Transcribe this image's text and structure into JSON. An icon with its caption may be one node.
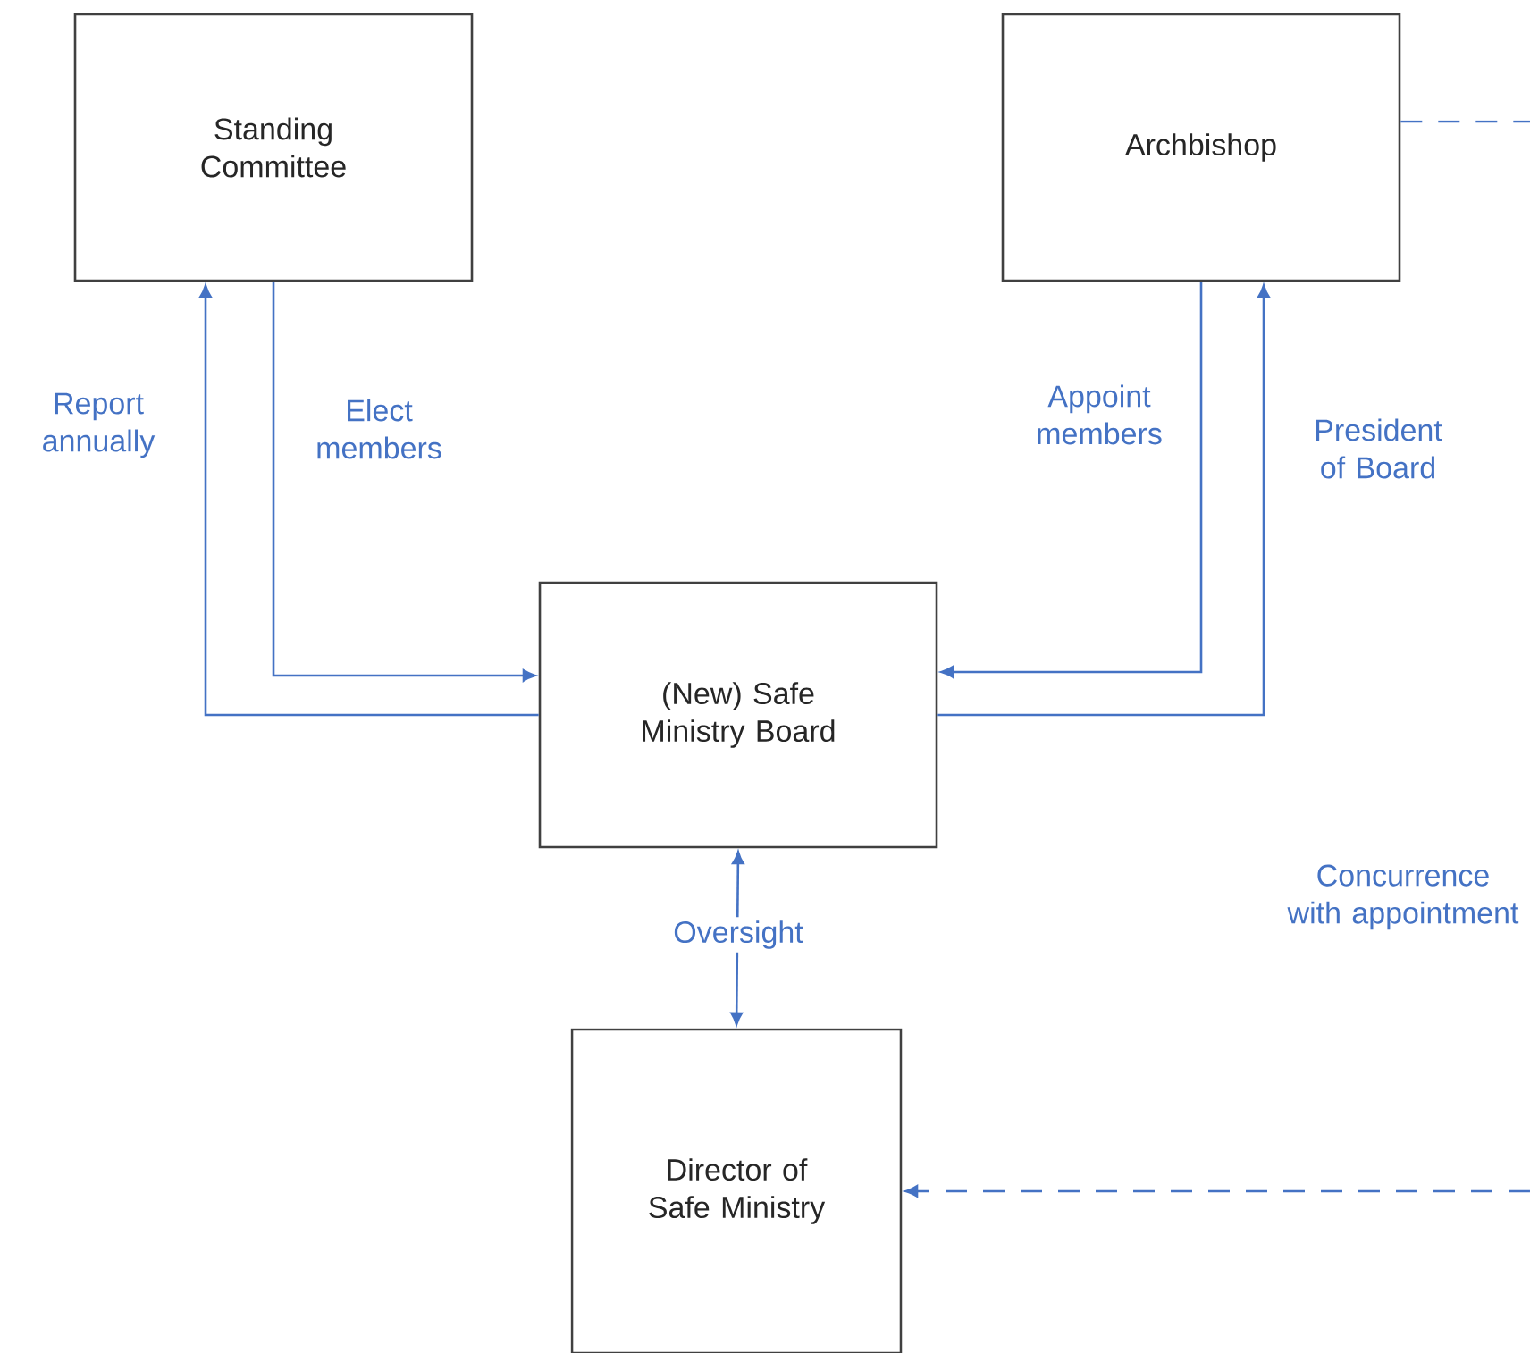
{
  "diagram": {
    "nodes": [
      {
        "text": [
          "Standing Committee"
        ]
      },
      {
        "text": [
          "Archbishop"
        ]
      },
      {
        "text": [
          "(New) Safe Ministry Board"
        ]
      },
      {
        "text": [
          "Director of Safe Ministry"
        ]
      }
    ],
    "edges": [
      {
        "from": 2,
        "to": 0,
        "arrow": "to",
        "label": "Report annually"
      },
      {
        "from": 0,
        "to": 2,
        "arrow": "to",
        "label": "Elect members"
      },
      {
        "from": 1,
        "to": 2,
        "arrow": "to",
        "label": "Appoint members"
      },
      {
        "from": 2,
        "to": 1,
        "arrow": "to",
        "label": "President of Board"
      },
      {
        "from": 2,
        "to": 3,
        "arrow": "both",
        "label": "Oversight"
      },
      {
        "from": 1,
        "to": null,
        "arrow": "none",
        "style": "dashed"
      },
      {
        "from": null,
        "to": 3,
        "arrow": "to",
        "style": "dashed"
      }
    ],
    "labels": [
      "Concurrence with appointment"
    ]
  }
}
